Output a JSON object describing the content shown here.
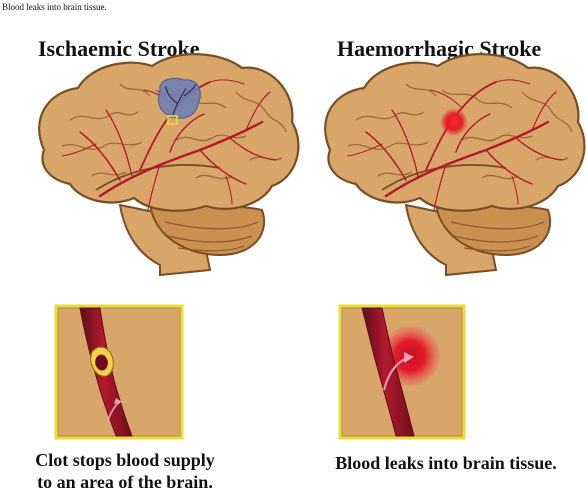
{
  "caption": "Blood leaks into brain tissue.",
  "ischaemic": {
    "title": "Ischaemic Stroke",
    "description_line1": "Clot stops blood supply",
    "description_line2": "to an area of the brain."
  },
  "haemorrhagic": {
    "title": "Haemorrhagic Stroke",
    "description": "Blood leaks into brain tissue."
  },
  "colors": {
    "brain": "#d9a66a",
    "outline": "#7a4e24",
    "vessel": "#b3182d",
    "ischemic_area": "#6f7fb5",
    "bleed": "#e31b2b",
    "inset_border": "#e9dd3c"
  }
}
